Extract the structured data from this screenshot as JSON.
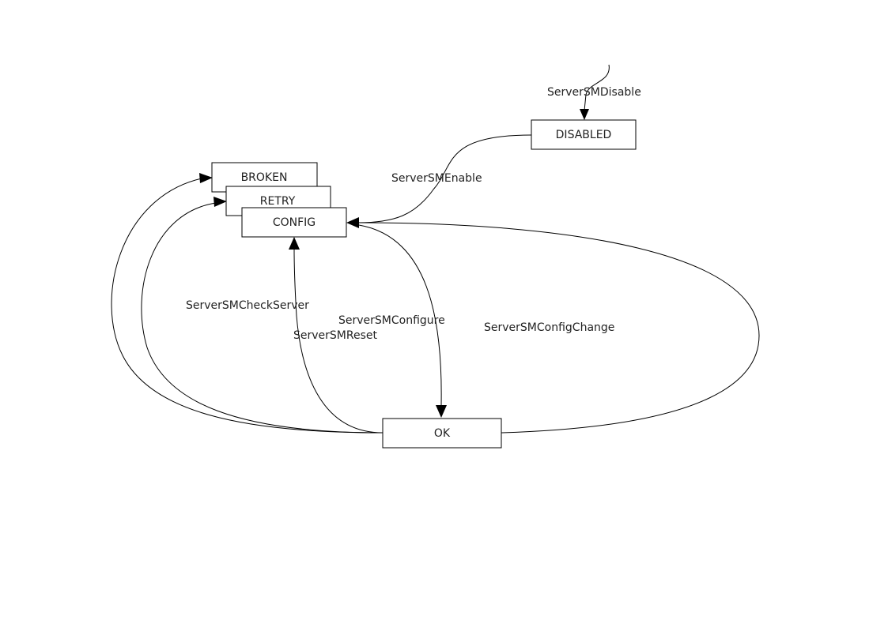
{
  "states": {
    "disabled": "DISABLED",
    "broken": "BROKEN",
    "retry": "RETRY",
    "config": "CONFIG",
    "ok": "OK"
  },
  "transitions": {
    "disable": "ServerSMDisable",
    "enable": "ServerSMEnable",
    "check_server": "ServerSMCheckServer",
    "configure": "ServerSMConfigure",
    "reset": "ServerSMReset",
    "config_change": "ServerSMConfigChange"
  }
}
